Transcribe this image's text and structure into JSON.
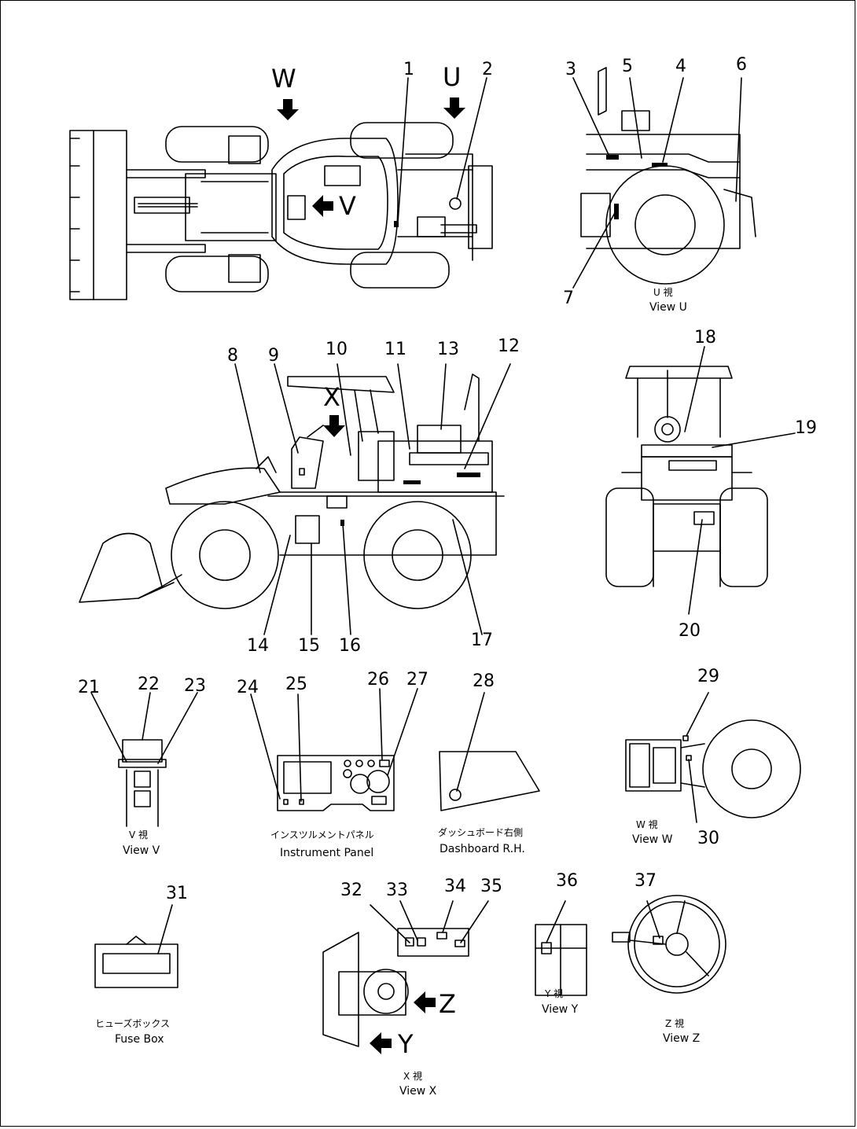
{
  "view_letters": {
    "w": "W",
    "u": "U",
    "v": "V",
    "x": "X",
    "y": "Y",
    "z": "Z"
  },
  "callouts": {
    "n1": "1",
    "n2": "2",
    "n3": "3",
    "n4": "4",
    "n5": "5",
    "n6": "6",
    "n7": "7",
    "n8": "8",
    "n9": "9",
    "n10": "10",
    "n11": "11",
    "n12": "12",
    "n13": "13",
    "n14": "14",
    "n15": "15",
    "n16": "16",
    "n17": "17",
    "n18": "18",
    "n19": "19",
    "n20": "20",
    "n21": "21",
    "n22": "22",
    "n23": "23",
    "n24": "24",
    "n25": "25",
    "n26": "26",
    "n27": "27",
    "n28": "28",
    "n29": "29",
    "n30": "30",
    "n31": "31",
    "n32": "32",
    "n33": "33",
    "n34": "34",
    "n35": "35",
    "n36": "36",
    "n37": "37"
  },
  "captions": {
    "view_u_jp": "U 視",
    "view_u": "View U",
    "view_v_jp": "V 視",
    "view_v": "View V",
    "view_w_jp": "W 視",
    "view_w": "View W",
    "view_x_jp": "X 視",
    "view_x": "View X",
    "view_y_jp": "Y 視",
    "view_y": "View Y",
    "view_z_jp": "Z 視",
    "view_z": "View Z",
    "instrument_panel_jp": "インスツルメントパネル",
    "instrument_panel": "Instrument Panel",
    "dashboard_jp": "ダッシュボード右側",
    "dashboard": "Dashboard R.H.",
    "fuse_box_jp": "ヒューズボックス",
    "fuse_box": "Fuse Box"
  }
}
